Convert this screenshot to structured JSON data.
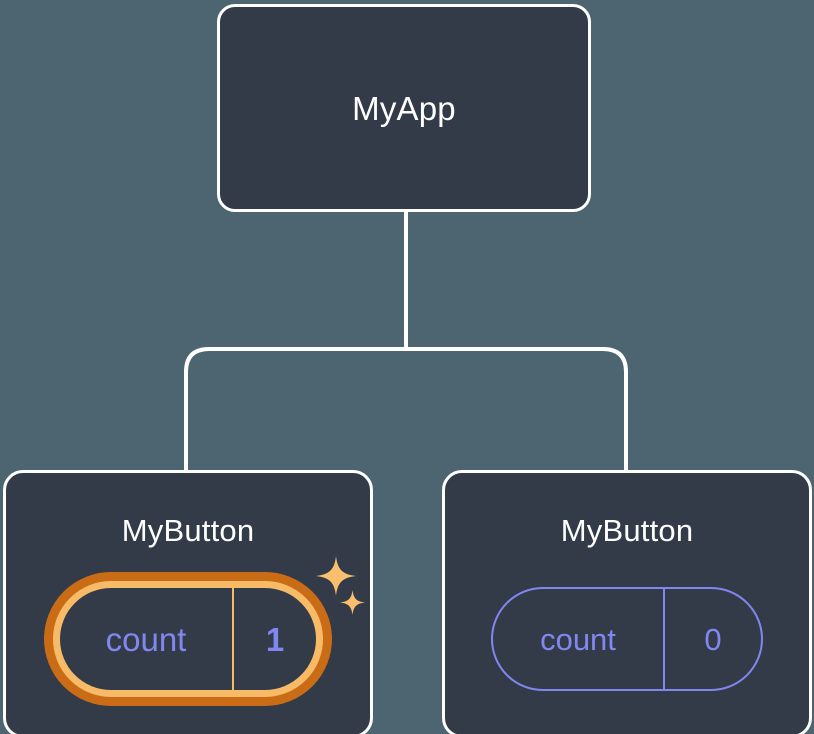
{
  "diagram": {
    "type": "component-tree",
    "background_color": "#4c6571",
    "node_fill_color": "#333b49",
    "node_border_color": "#ffffff",
    "connector_color": "#ffffff",
    "accent_highlight_color": "#f7bb67",
    "accent_highlight_outer_color": "#c96c15",
    "state_text_color": "#8287f0"
  },
  "root": {
    "title": "MyApp"
  },
  "children": [
    {
      "title": "MyButton",
      "state": {
        "key": "count",
        "value": "1"
      },
      "highlighted": true,
      "sparkle_icons": [
        "sparkle-large-icon",
        "sparkle-small-icon"
      ]
    },
    {
      "title": "MyButton",
      "state": {
        "key": "count",
        "value": "0"
      },
      "highlighted": false,
      "sparkle_icons": []
    }
  ]
}
